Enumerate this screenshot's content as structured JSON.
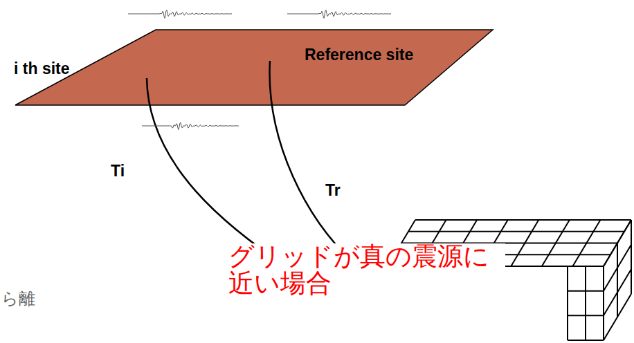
{
  "diagram": {
    "labels": [
      "i th site",
      "Reference site",
      "Ti",
      "Tr",
      "ら離",
      "グリッドが真の震源に 近い場合"
    ]
  }
}
